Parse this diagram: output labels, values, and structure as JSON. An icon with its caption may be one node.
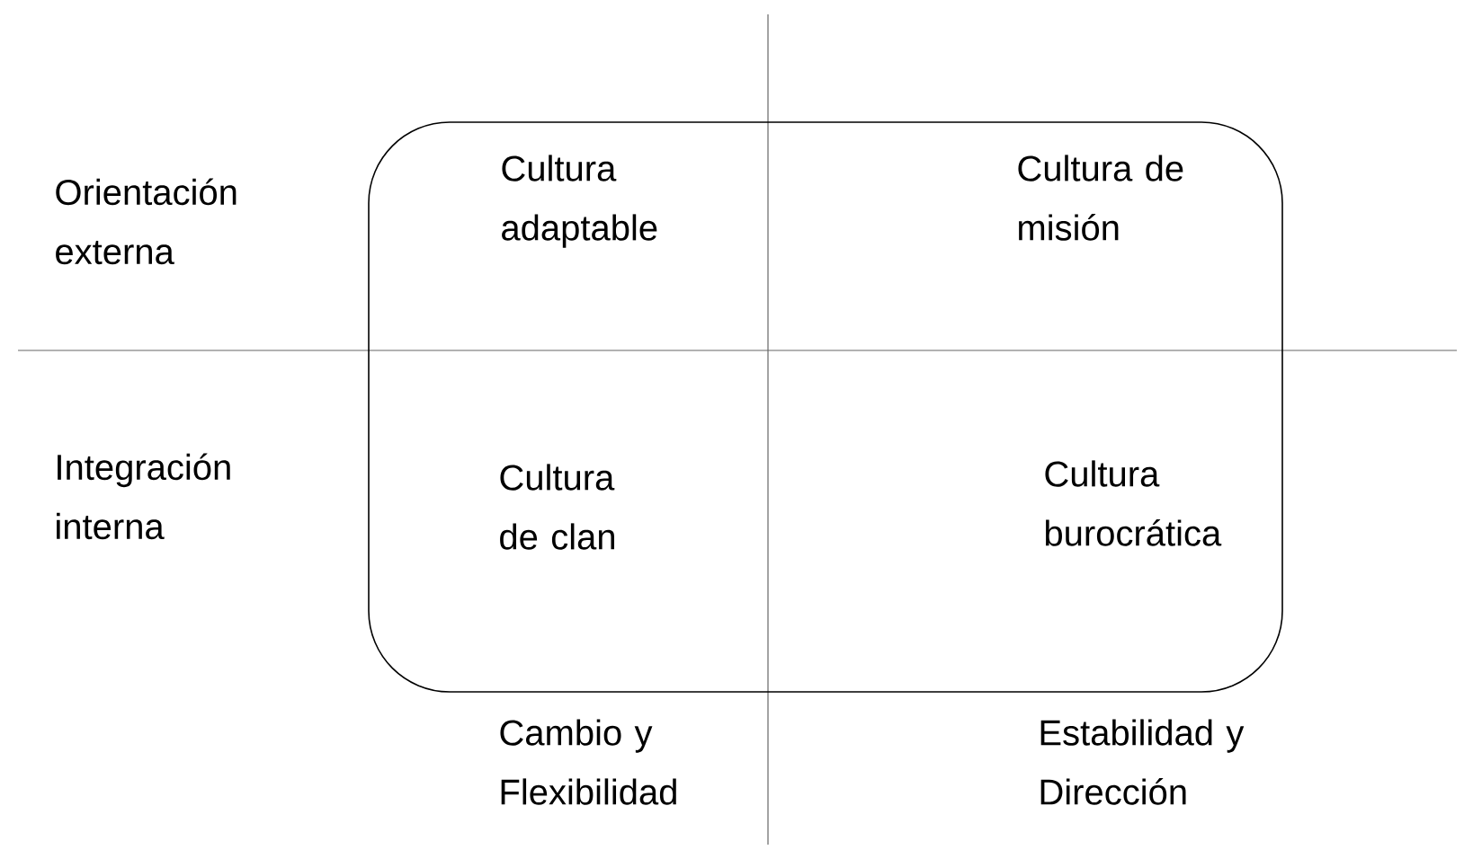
{
  "diagram": {
    "nodes": [
      {
        "text": [
          "Cultura adaptable",
          "Cultura de misión",
          "Cultura de clan",
          "Cultura burocrática"
        ]
      }
    ],
    "labels": [
      "Orientación externa",
      "Integración interna",
      "Cambio y Flexibilidad",
      "Estabilidad y Dirección"
    ]
  }
}
